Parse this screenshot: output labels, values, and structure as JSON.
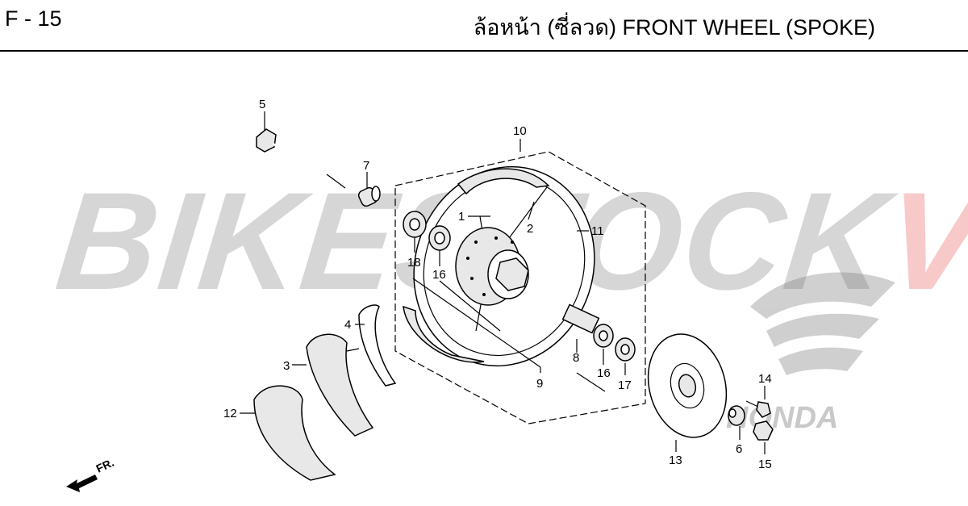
{
  "header": {
    "page_code": "F - 15",
    "title": "ล้อหน้า (ซี่ลวด)  FRONT WHEEL (SPOKE)"
  },
  "watermark": {
    "text_gray": "BIKESTOCK",
    "text_red": "VN",
    "logo_text": "HONDA"
  },
  "direction": {
    "label": "FR."
  },
  "callouts": {
    "c1": "1",
    "c2": "2",
    "c3": "3",
    "c4": "4",
    "c5": "5",
    "c6": "6",
    "c7": "7",
    "c8": "8",
    "c9": "9",
    "c10": "10",
    "c11": "11",
    "c12": "12",
    "c13": "13",
    "c14": "14",
    "c15": "15",
    "c16a": "16",
    "c16b": "16",
    "c17": "17",
    "c18": "18"
  },
  "colors": {
    "watermark_gray": "#9a9a9a",
    "watermark_red": "#e85c5c",
    "line": "#000000"
  }
}
